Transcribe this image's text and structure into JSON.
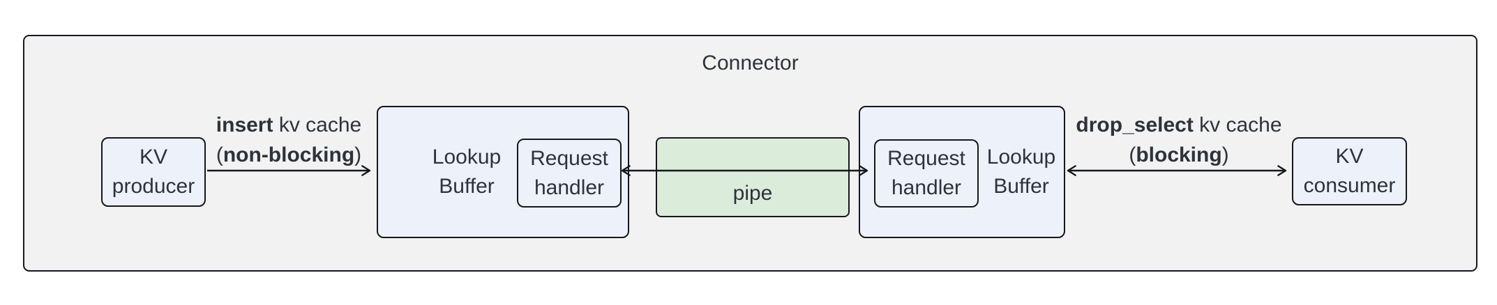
{
  "colors": {
    "background": "#ffffff",
    "connector_fill": "#f2f2f2",
    "node_fill": "#edf1fa",
    "pipe_fill": "#dcecdb",
    "border": "#15171c",
    "text": "#2d323b"
  },
  "connector": {
    "title": "Connector"
  },
  "nodes": {
    "kv_producer": {
      "line1": "KV",
      "line2": "producer"
    },
    "lookup_buffer_left": {
      "line1": "Lookup",
      "line2": "Buffer"
    },
    "request_handler_left": {
      "line1": "Request",
      "line2": "handler"
    },
    "pipe": {
      "label": "pipe"
    },
    "request_handler_right": {
      "line1": "Request",
      "line2": "handler"
    },
    "lookup_buffer_right": {
      "line1": "Lookup",
      "line2": "Buffer"
    },
    "kv_consumer": {
      "line1": "KV",
      "line2": "consumer"
    }
  },
  "edges": {
    "insert": {
      "line1_bold": "insert",
      "line1_rest": " kv cache",
      "line2_pre": "(",
      "line2_bold": "non-blocking",
      "line2_post": ")"
    },
    "drop_select": {
      "line1_bold": "drop_select",
      "line1_rest": " kv cache",
      "line2_pre": "(",
      "line2_bold": "blocking",
      "line2_post": ")"
    }
  }
}
